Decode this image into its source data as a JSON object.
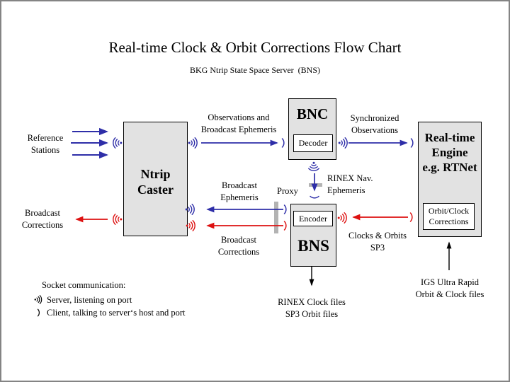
{
  "page": {
    "title": "Real-time Clock & Orbit Corrections Flow Chart",
    "subtitle": "BKG Ntrip State Space Server  (BNS)"
  },
  "nodes": {
    "ntrip_caster": {
      "lines": [
        "Ntrip",
        "Caster"
      ]
    },
    "bnc": {
      "title": "BNC",
      "sub": "Decoder"
    },
    "bns": {
      "title": "BNS",
      "sub": "Encoder"
    },
    "engine": {
      "lines": [
        "Real-time",
        "Engine",
        "e.g. RTNet"
      ],
      "sub_lines": [
        "Orbit/Clock",
        "Corrections"
      ]
    }
  },
  "labels": {
    "reference_stations": [
      "Reference",
      "Stations"
    ],
    "broadcast_corrections_in": [
      "Broadcast",
      "Corrections"
    ],
    "observations_and_broadcast_ephemeris": [
      "Observations and",
      "Broadcast Ephemeris"
    ],
    "synchronized_observations": [
      "Synchronized",
      "Observations"
    ],
    "rinex_nav_ephemeris": [
      "RINEX Nav.",
      "Ephemeris"
    ],
    "proxy": "Proxy",
    "broadcast_ephemeris": [
      "Broadcast",
      "Ephemeris"
    ],
    "broadcast_corrections_out": [
      "Broadcast",
      "Corrections"
    ],
    "clocks_and_orbits_sp3": [
      "Clocks & Orbits",
      "SP3"
    ],
    "rinex_clock_files": [
      "RINEX Clock files",
      "SP3 Orbit files"
    ],
    "igs_ultra_rapid": [
      "IGS Ultra Rapid",
      "Orbit & Clock files"
    ]
  },
  "legend": {
    "heading": "Socket communication:",
    "server": "Server, listening on port",
    "client": "Client, talking to server‘s host and port"
  },
  "colors": {
    "blue": "#2e2ea8",
    "red": "#dd1111",
    "box_fill": "#e2e2e2",
    "proxy_bar": "#b3b3b3",
    "border_gray": "#848484"
  }
}
